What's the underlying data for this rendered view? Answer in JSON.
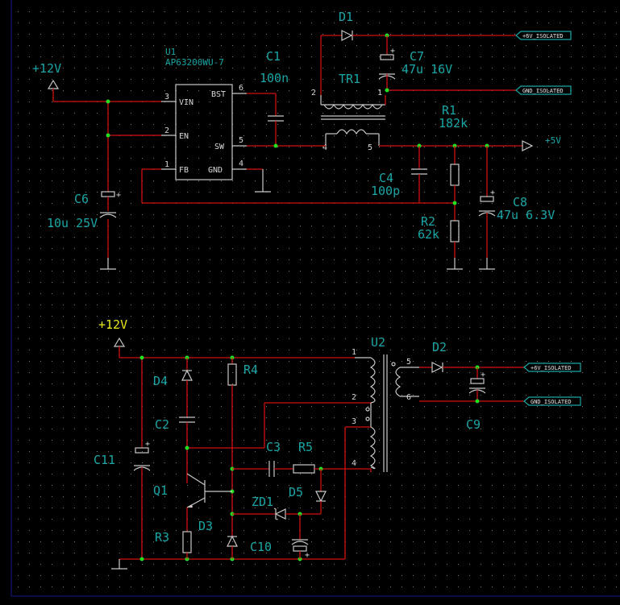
{
  "top": {
    "supply": "+12V",
    "ic_ref": "U1",
    "ic_part": "AP63200WU-7",
    "pins": {
      "bst": "BST",
      "vin": "VIN",
      "en": "EN",
      "sw": "SW",
      "fb": "FB",
      "gnd": "GND"
    },
    "pin_numbers": {
      "bst": "6",
      "vin": "3",
      "en": "2",
      "sw": "5",
      "fb": "1",
      "gnd": "4"
    },
    "c1_ref": "C1",
    "c1_val": "100n",
    "d1_ref": "D1",
    "tr1_ref": "TR1",
    "tr1_pins": {
      "p2": "2",
      "p1": "1",
      "p4": "4",
      "p5": "5"
    },
    "c7_ref": "C7",
    "c7_val": "47u 16V",
    "r1_ref": "R1",
    "r1_val": "182k",
    "c4_ref": "C4",
    "c4_val": "100p",
    "r2_ref": "R2",
    "r2_val": "62k",
    "c6_ref": "C6",
    "c6_val": "10u 25V",
    "c8_ref": "C8",
    "c8_val": "47u 6.3V",
    "out_label": "+5V",
    "net_pos": "+6V_ISOLATED",
    "net_gnd": "GND_ISOLATED"
  },
  "bottom": {
    "supply": "+12V",
    "u2_ref": "U2",
    "u2_pins": {
      "p1": "1",
      "p2": "2",
      "p3": "3",
      "p4": "4",
      "p5": "5",
      "p6": "6"
    },
    "d2_ref": "D2",
    "c9_ref": "C9",
    "d4_ref": "D4",
    "r4_ref": "R4",
    "c2_ref": "C2",
    "c3_ref": "C3",
    "r5_ref": "R5",
    "c11_ref": "C11",
    "q1_ref": "Q1",
    "zd1_ref": "ZD1",
    "d5_ref": "D5",
    "r3_ref": "R3",
    "d3_ref": "D3",
    "c10_ref": "C10",
    "net_pos": "+6V_ISOLATED",
    "net_gnd": "GND_ISOLATED"
  },
  "colors": {
    "background": "#000000",
    "wire": "#d01010",
    "part": "#c8c8c8",
    "label": "#1aa6a6",
    "junction": "#22e022",
    "grid": "#7a7a7a",
    "accent_label": "#e6e61a"
  }
}
